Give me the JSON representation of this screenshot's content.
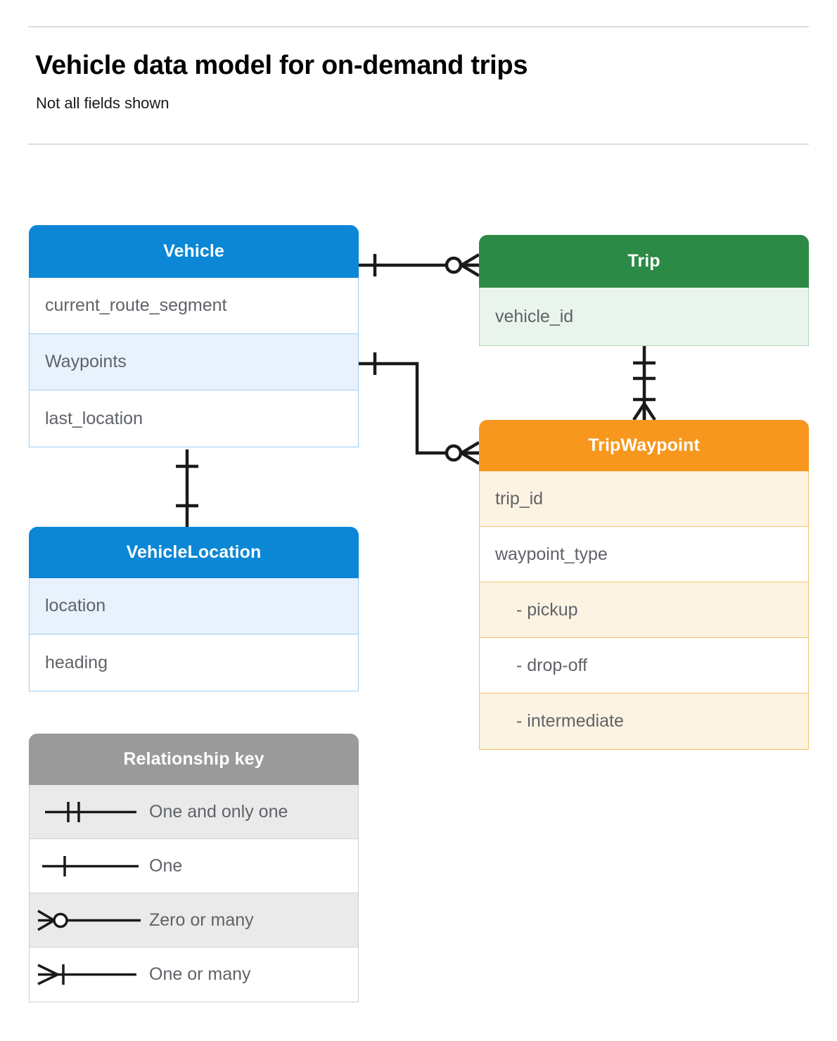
{
  "header": {
    "title": "Vehicle data model for on-demand trips",
    "subtitle": "Not all fields shown"
  },
  "colors": {
    "vehicle": "#0b87d6",
    "trip": "#2b8a45",
    "tripwaypoint": "#f7971d",
    "legend": "#9a9a9a",
    "field_text": "#5f6368",
    "connector": "#1a1a1a"
  },
  "entities": {
    "vehicle": {
      "name": "Vehicle",
      "fields": [
        "current_route_segment",
        "Waypoints",
        "last_location"
      ]
    },
    "trip": {
      "name": "Trip",
      "fields": [
        "vehicle_id"
      ]
    },
    "tripwaypoint": {
      "name": "TripWaypoint",
      "fields": [
        "trip_id",
        "waypoint_type",
        "-  pickup",
        "-  drop-off",
        "-  intermediate"
      ]
    },
    "vehiclelocation": {
      "name": "VehicleLocation",
      "fields": [
        "location",
        "heading"
      ]
    }
  },
  "legend": {
    "title": "Relationship key",
    "items": [
      {
        "symbol": "one-and-only-one",
        "label": "One and only one"
      },
      {
        "symbol": "one",
        "label": "One"
      },
      {
        "symbol": "zero-or-many",
        "label": "Zero or many"
      },
      {
        "symbol": "one-or-many",
        "label": "One or many"
      }
    ]
  },
  "relationships": [
    {
      "id": "vehicle-to-trip",
      "from": "Vehicle",
      "to": "Trip",
      "from_cardinality": "One",
      "to_cardinality": "Zero or many"
    },
    {
      "id": "vehicle-waypoints-to-tripwaypoint",
      "from": "Vehicle.Waypoints",
      "to": "TripWaypoint",
      "from_cardinality": "One",
      "to_cardinality": "Zero or many"
    },
    {
      "id": "trip-to-tripwaypoint",
      "from": "Trip",
      "to": "TripWaypoint",
      "from_cardinality": "One and only one",
      "to_cardinality": "One or many"
    },
    {
      "id": "vehicle-to-vehiclelocation",
      "from": "Vehicle",
      "to": "VehicleLocation",
      "from_cardinality": "One",
      "to_cardinality": "One"
    }
  ]
}
